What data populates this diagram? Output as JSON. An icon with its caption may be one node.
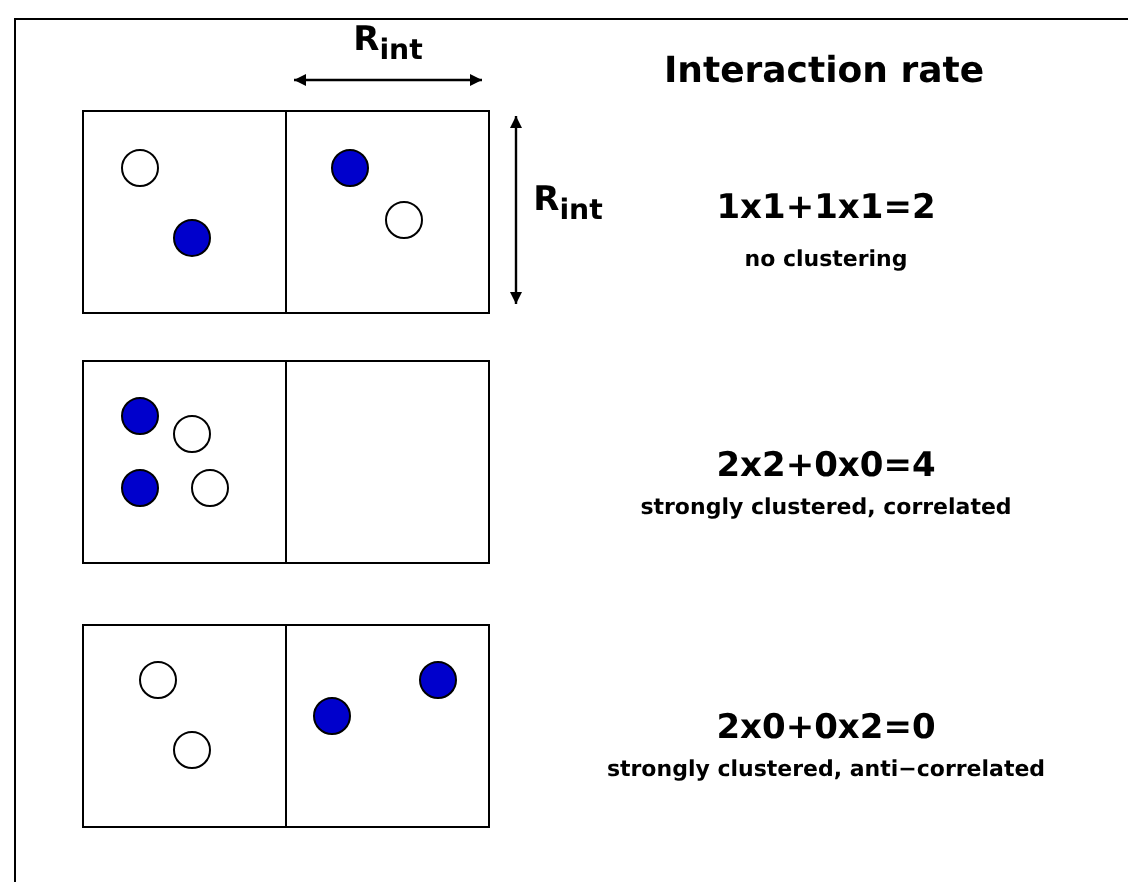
{
  "diagram": {
    "title": "Interaction rate",
    "labels": [
      "R$_{int}$",
      "R$_{int}$",
      "1x1+1x1=2",
      "no clustering",
      "2x2+0x0=4",
      "strongly clustered, correlated",
      "2x0+0x2=0",
      "strongly clustered, anti−correlated"
    ]
  }
}
